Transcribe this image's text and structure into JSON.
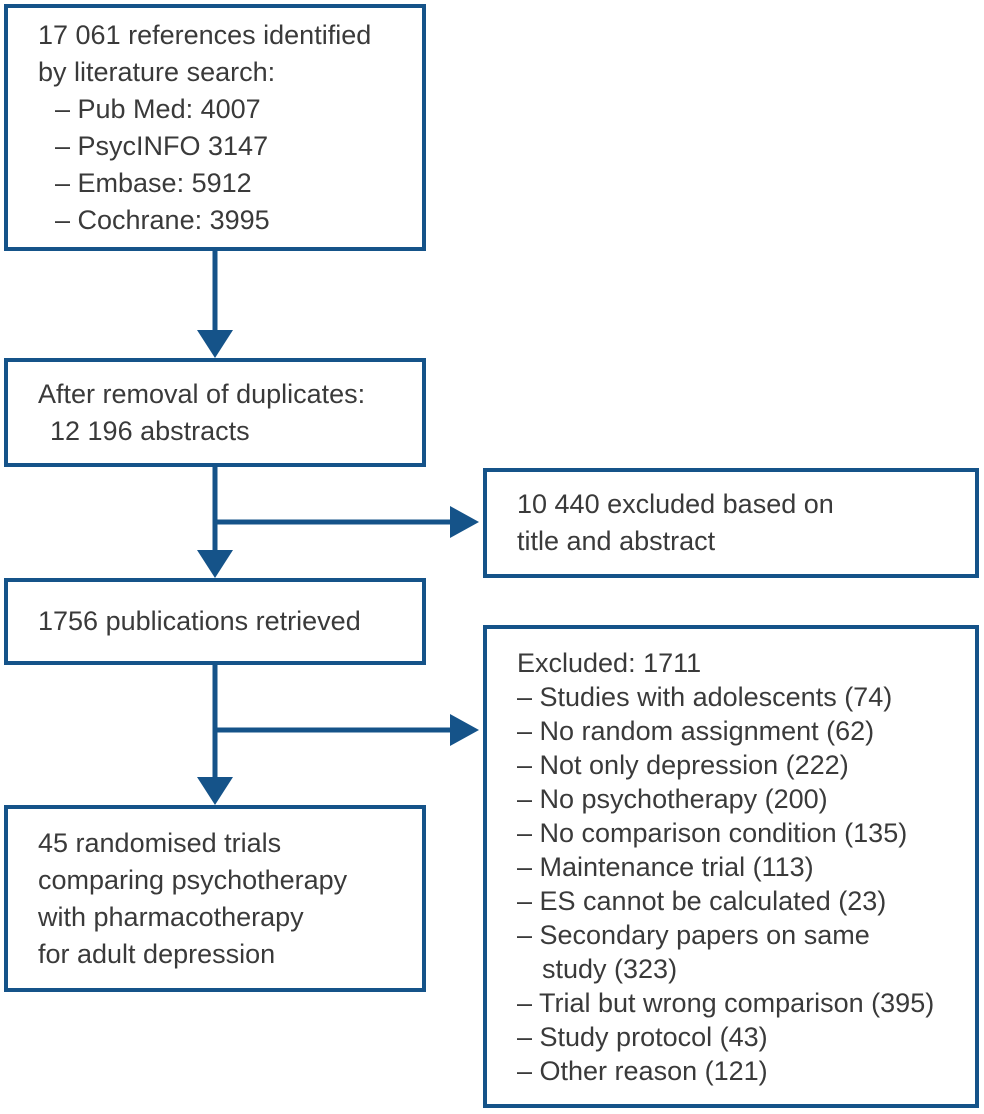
{
  "figure": {
    "accent_color": "#155389",
    "text_color": "#3a3a3a",
    "background_color": "#ffffff"
  },
  "boxes": {
    "identified": {
      "lines": [
        "17 061 references identified",
        "by literature search:",
        "– Pub Med: 4007",
        "– PsycINFO 3147",
        "– Embase: 5912",
        "– Cochrane: 3995"
      ]
    },
    "duplicates": {
      "lines": [
        "After removal of duplicates:",
        "12 196 abstracts"
      ]
    },
    "excluded_screening": {
      "lines": [
        "10 440 excluded based on",
        "title and abstract"
      ]
    },
    "retrieved": {
      "lines": [
        "1756 publications retrieved"
      ]
    },
    "excluded_fulltext": {
      "lines": [
        "Excluded: 1711",
        "– Studies with adolescents (74)",
        "– No random assignment (62)",
        "– Not only depression (222)",
        "– No psychotherapy (200)",
        "– No comparison condition (135)",
        "– Maintenance trial (113)",
        "– ES cannot be calculated (23)",
        "– Secondary papers on same",
        "study (323)",
        "– Trial but wrong comparison (395)",
        "– Study protocol (43)",
        "– Other reason (121)"
      ]
    },
    "included": {
      "lines": [
        "45 randomised trials",
        "comparing psychotherapy",
        "with pharmacotherapy",
        "for adult depression"
      ]
    }
  }
}
